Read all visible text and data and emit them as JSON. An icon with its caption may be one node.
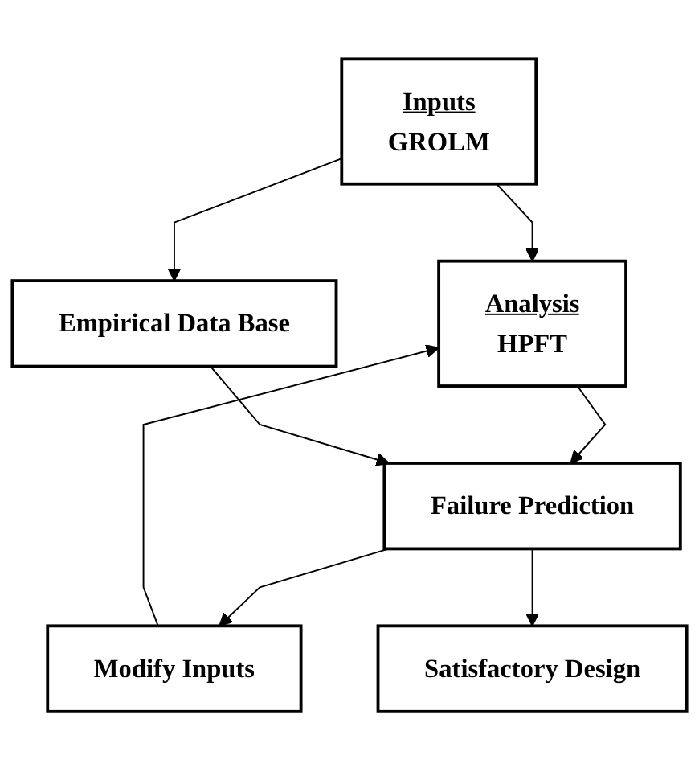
{
  "diagram": {
    "nodes": [
      {
        "text": [
          "Inputs",
          "GROLM"
        ]
      },
      {
        "text": [
          "Analysis",
          "HPFT"
        ]
      },
      {
        "text": [
          "Empirical Data Base"
        ]
      },
      {
        "text": [
          "Modify Inputs"
        ]
      },
      {
        "text": [
          "Failure Prediction"
        ]
      },
      {
        "text": [
          "Satisfactory Design"
        ]
      }
    ],
    "edges": [
      {
        "from": 0,
        "to": 1,
        "arrow": "to"
      },
      {
        "from": 0,
        "to": 2,
        "arrow": "to"
      },
      {
        "from": 1,
        "to": 4,
        "arrow": "to"
      },
      {
        "from": 2,
        "to": 4,
        "arrow": "to"
      },
      {
        "from": 4,
        "to": 3,
        "arrow": "to"
      },
      {
        "from": 3,
        "to": 1,
        "arrow": "to"
      },
      {
        "from": 4,
        "to": 5,
        "arrow": "to"
      }
    ]
  }
}
